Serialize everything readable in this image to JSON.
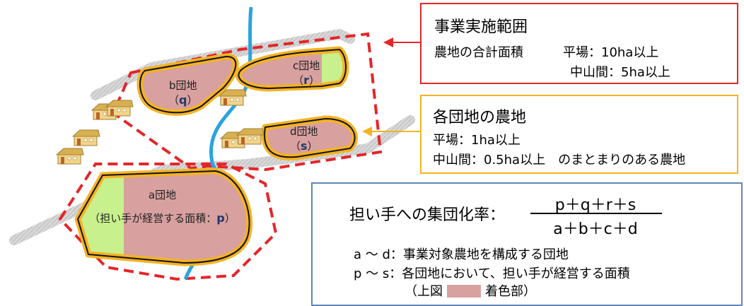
{
  "scope_box": {
    "title": "事業実施範囲",
    "line_label": "農地の合計面積",
    "plain": "平場：10ha以上",
    "mountain": "中山間：5ha以上"
  },
  "farmland_box": {
    "title": "各団地の農地",
    "plain": "平場：1ha以上",
    "mountain": "中山間：0.5ha以上　のまとまりのある農地"
  },
  "formula_box": {
    "label": "担い手への集団化率：",
    "numerator": "p＋q＋r＋s",
    "denominator": "a＋b＋c＋d",
    "def_ad": "a ～ d：事業対象農地を構成する団地",
    "def_ps": "p ～ s：各団地において、担い手が経営する面積",
    "legend_pre": "（上図",
    "legend_post": "着色部）"
  },
  "plots": {
    "a": {
      "name": "a団地",
      "note": "（担い手が経営する面積：",
      "symbol": "p",
      "close": "）"
    },
    "b": {
      "name": "b団地",
      "symbol": "q"
    },
    "c": {
      "name": "c団地",
      "symbol": "r"
    },
    "d": {
      "name": "d団地",
      "symbol": "s"
    }
  },
  "colors": {
    "scope_border": "#e3262a",
    "farmland_border": "#f5b324",
    "formula_border": "#5f87b8",
    "managed_area": "#d9a0a0",
    "unmanaged_area": "#c8f08c",
    "river": "#2aa3e0",
    "road": "#cccccc"
  },
  "icons": [
    "house-icon"
  ]
}
